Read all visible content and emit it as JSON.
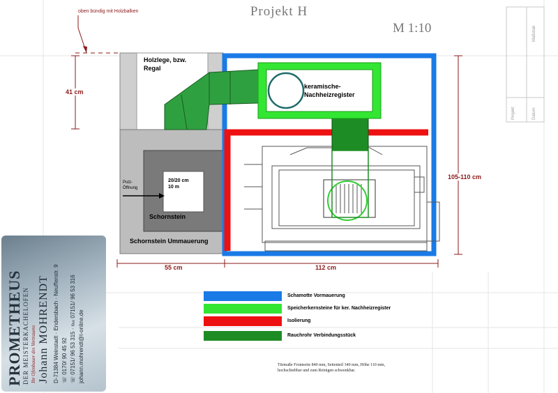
{
  "header": {
    "title": "Projekt H",
    "scale": "M 1:10"
  },
  "note_top": "oben bündig mit Holzbalken",
  "labels": {
    "wood_storage": "Holzlege, bzw. Regal",
    "register": "keramische-Nachheizregister",
    "chimney_size": "20/20 cm",
    "chimney_height": "10 m",
    "chimney": "Schornstein",
    "chimney_enclosure": "Schornstein Ummauerung",
    "cleaning_opening": "Putz-Öffnung"
  },
  "dimensions": {
    "left_height": "41 cm",
    "right_height": "105-110 cm",
    "bottom_left": "55 cm",
    "bottom_right": "112 cm"
  },
  "legend": [
    {
      "color": "#1a7ae6",
      "label": "Schamotte Vormauerung"
    },
    {
      "color": "#33e633",
      "label": "Speicherkernsteine für ker. Nachheizregister"
    },
    {
      "color": "#ee1111",
      "label": "Isolierung"
    },
    {
      "color": "#1e8c24",
      "label": "Rauchrohr Verbindungsstück"
    }
  ],
  "footnote": {
    "line1": "Türmaße Frontseite 840 mm, Seitenteil 340 mm, Höhe 110 mm,",
    "line2": "hochschiebbar und zum Reinigen schwenkbar."
  },
  "title_block": {
    "material": "Maßstab",
    "project": "Projekt",
    "date": "Datum"
  },
  "card": {
    "brand": "PROMETHEUS",
    "subtitle": "DER MEISTERKACHELOFEN",
    "tagline": "Ihr Ofenbauer des Vertrauens",
    "name": "Johann MOHRENDT",
    "address": "D-71384 Weinstadt · Endersbach · Neuffenstr. 9",
    "phone": "☏ 0170/ 90 45 92",
    "phone2": "☏ 07151/ 96 53 315 · ℻ 07151/ 96 53 316",
    "email": "johann.mohrendt@t-online.de"
  }
}
